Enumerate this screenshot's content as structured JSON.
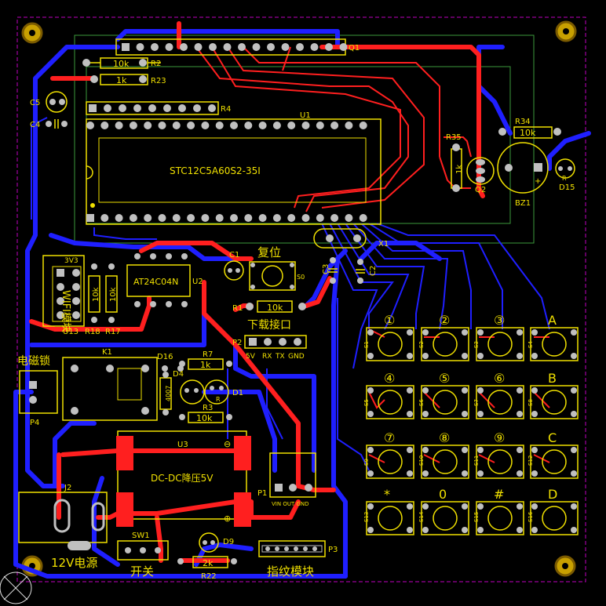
{
  "colors": {
    "background": "#000000",
    "silkscreen": "#f0e000",
    "pad": "#c0c0c0",
    "trace_bottom": "#1f1fff",
    "trace_top": "#ff1f1f",
    "outline": "#c000c0",
    "mount_hole": "#c8a000"
  },
  "mcu": {
    "ref": "U1",
    "part": "STC12C5A60S2-35I"
  },
  "header_q1": {
    "ref": "Q1"
  },
  "resistors": {
    "r2": {
      "ref": "R2",
      "value": "10k"
    },
    "r23": {
      "ref": "R23",
      "value": "1k"
    },
    "r4": {
      "ref": "R4"
    },
    "r35": {
      "ref": "R35",
      "value": "1k"
    },
    "r34": {
      "ref": "R34",
      "value": "10k"
    },
    "r1": {
      "ref": "R1",
      "value": "10k"
    },
    "r7": {
      "ref": "R7",
      "value": "1k"
    },
    "r3": {
      "ref": "R3",
      "value": "10k"
    },
    "r18": {
      "ref": "R18",
      "value": "10k"
    },
    "r17": {
      "ref": "R17",
      "value": "10k"
    },
    "r22": {
      "ref": "R22",
      "value": "2k"
    }
  },
  "capacitors": {
    "c5": "C5",
    "c4": "C4",
    "c1": "C1",
    "c3": "C3",
    "c2": "C2"
  },
  "transistor": {
    "ref": "Q2"
  },
  "buzzer": {
    "ref": "BZ1"
  },
  "led_d15": {
    "ref": "D15",
    "mark": "R"
  },
  "crystal": {
    "ref": "X1"
  },
  "reset": {
    "label": "复位",
    "ref": "S0"
  },
  "download": {
    "title": "下载接口",
    "ref": "P2",
    "pins": [
      "5V",
      "RX",
      "TX",
      "GND"
    ]
  },
  "wifi": {
    "label": "WIFI模块",
    "ref": "U13",
    "pin": "3V3"
  },
  "eeprom": {
    "part": "AT24C04N",
    "ref": "U2"
  },
  "lock": {
    "label": "电磁锁",
    "ref": "P4"
  },
  "relay": {
    "ref": "K1"
  },
  "diodes": {
    "d16": "D16",
    "d4": "D4",
    "d4_part": "4007",
    "d1": "D1",
    "d1_mark": "R"
  },
  "dcdc": {
    "ref": "U3",
    "label": "DC-DC降压5V",
    "minus": "⊖",
    "plus": "⊕"
  },
  "p1": {
    "ref": "P1",
    "pins": "VIN OUT GND"
  },
  "power": {
    "ref": "J2",
    "label": "12V电源"
  },
  "switch": {
    "ref": "SW1",
    "label": "开关"
  },
  "led_d9": {
    "ref": "D9"
  },
  "fingerprint": {
    "ref": "P3",
    "label": "指纹模块"
  },
  "keypad": {
    "keys": [
      "①",
      "②",
      "③",
      "A",
      "④",
      "⑤",
      "⑥",
      "B",
      "⑦",
      "⑧",
      "⑨",
      "C",
      "*",
      "0",
      "#",
      "D"
    ],
    "refs": [
      "S1",
      "S2",
      "S3",
      "S4",
      "S5",
      "S6",
      "S7",
      "S8",
      "S9",
      "S10",
      "S11",
      "S12",
      "S13",
      "S14",
      "S15",
      "S16"
    ]
  }
}
